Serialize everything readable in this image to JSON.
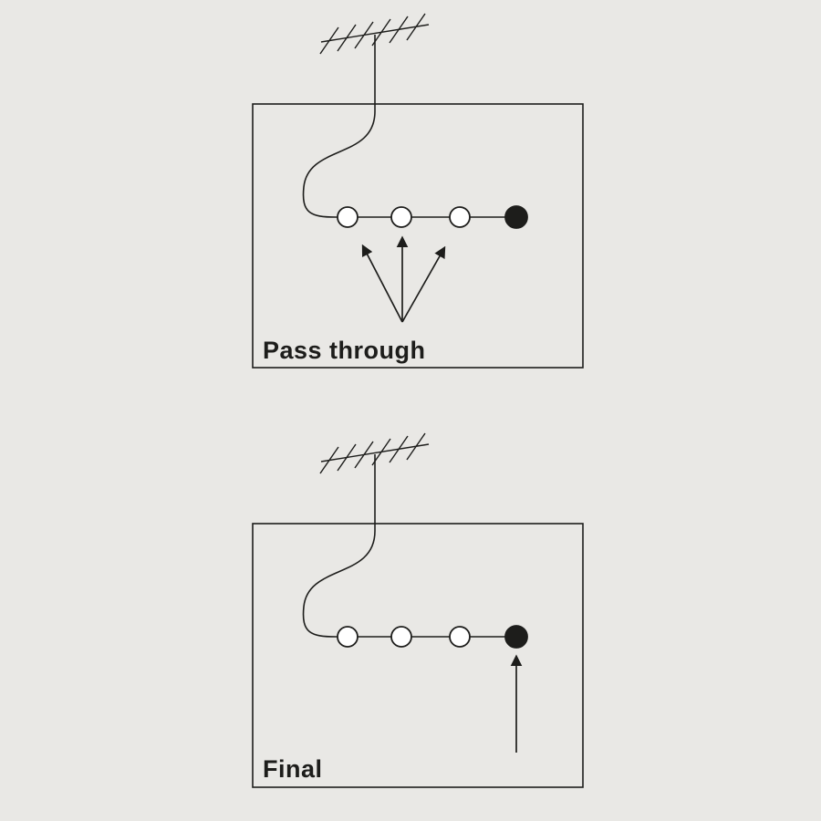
{
  "colors": {
    "background": "#e9e8e5",
    "ink": "#1d1d1b",
    "open_circle_fill": "#ffffff"
  },
  "panels": [
    {
      "id": "pass-through",
      "label": "Pass through",
      "socket_open_ports": 3,
      "socket_terminal_ports": 1,
      "arrows": 3,
      "arrows_target": "open ports"
    },
    {
      "id": "final",
      "label": "Final",
      "socket_open_ports": 3,
      "socket_terminal_ports": 1,
      "arrows": 1,
      "arrows_target": "terminal port"
    }
  ]
}
